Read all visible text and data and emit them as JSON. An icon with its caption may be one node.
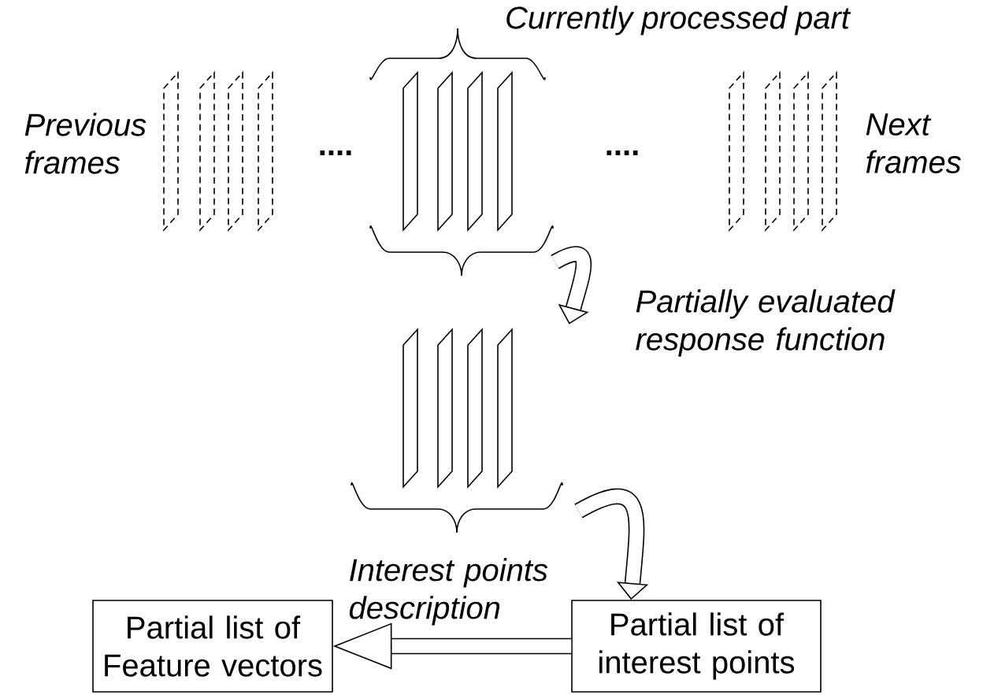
{
  "diagram": {
    "nodes": [
      {
        "text": [
          "Currently processed part"
        ]
      },
      {
        "text": [],
        "shape": "bar"
      },
      {
        "text": [
          "Partial list of interest points"
        ]
      },
      {
        "text": [
          "Partial list of Feature vectors"
        ]
      }
    ],
    "edges": [
      {
        "from": 0,
        "to": 1,
        "arrow": "to",
        "label": "Partially evaluated response function"
      },
      {
        "from": 1,
        "to": 2,
        "arrow": "to"
      },
      {
        "from": 2,
        "to": 3,
        "arrow": "to",
        "label": "Interest points description"
      }
    ],
    "labels": [
      "Previous frames",
      "....",
      "....",
      "Next frames"
    ]
  }
}
